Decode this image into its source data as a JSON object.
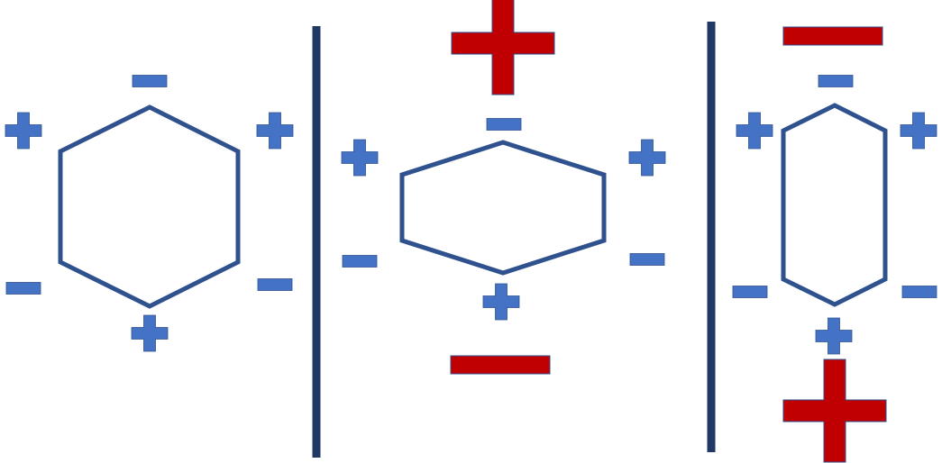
{
  "colors": {
    "background": "#ffffff",
    "hexagon_stroke": "#2f528f",
    "small_sign_fill": "#4472c4",
    "small_sign_stroke": "#2f528f",
    "large_sign_fill": "#c00000",
    "large_sign_stroke": "#2f528f",
    "divider": "#1f3864"
  },
  "panels": [
    {
      "name": "panel-regular-hexagon",
      "shape": "regular-hexagon",
      "vertex_charges": {
        "top": "minus",
        "upper-left": "plus",
        "upper-right": "plus",
        "lower-left": "minus",
        "lower-right": "minus",
        "bottom": "plus"
      },
      "external_field": {}
    },
    {
      "name": "panel-horizontally-stretched",
      "shape": "horizontally-stretched-hexagon",
      "vertex_charges": {
        "top": "minus",
        "upper-left": "plus",
        "upper-right": "plus",
        "lower-left": "minus",
        "lower-right": "minus",
        "bottom": "plus"
      },
      "external_field": {
        "above": "plus",
        "below": "minus"
      }
    },
    {
      "name": "panel-vertically-stretched",
      "shape": "vertically-stretched-hexagon",
      "vertex_charges": {
        "top": "minus",
        "upper-left": "plus",
        "upper-right": "plus",
        "lower-left": "minus",
        "lower-right": "minus",
        "bottom": "plus"
      },
      "external_field": {
        "above": "minus",
        "below": "plus"
      }
    }
  ]
}
